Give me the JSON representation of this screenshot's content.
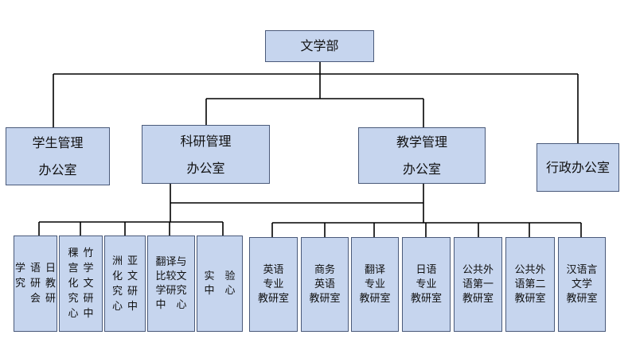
{
  "root": {
    "label": "文学部"
  },
  "departments": [
    {
      "id": "student",
      "label": "学生管理\n\n办公室"
    },
    {
      "id": "research",
      "label": "科研管理\n\n办公室"
    },
    {
      "id": "teaching",
      "label": "教学管理\n\n办公室"
    },
    {
      "id": "admin",
      "label": "行政办公室"
    }
  ],
  "research_units": [
    {
      "id": "r1",
      "columns": [
        "日教研",
        "语研会",
        "学究"
      ]
    },
    {
      "id": "r2",
      "columns": [
        "竹学文研中",
        "稞宫化究心"
      ]
    },
    {
      "id": "r3",
      "columns": [
        "亚文研中",
        "洲化究心"
      ]
    },
    {
      "id": "r4",
      "label": "翻译与\n比较文\n学研究\n中　心"
    },
    {
      "id": "r5",
      "label": "实　验\n中　心"
    }
  ],
  "teaching_units": [
    {
      "id": "t1",
      "label": "英语\n专业\n教研室"
    },
    {
      "id": "t2",
      "label": "商务\n英语\n教研室"
    },
    {
      "id": "t3",
      "label": "翻译\n专业\n教研室"
    },
    {
      "id": "t4",
      "label": "日语\n专业\n教研室"
    },
    {
      "id": "t5",
      "label": "公共外\n语第一\n教研室"
    },
    {
      "id": "t6",
      "label": "公共外\n语第二\n教研室"
    },
    {
      "id": "t7",
      "label": "汉语言\n文学\n教研室"
    }
  ]
}
